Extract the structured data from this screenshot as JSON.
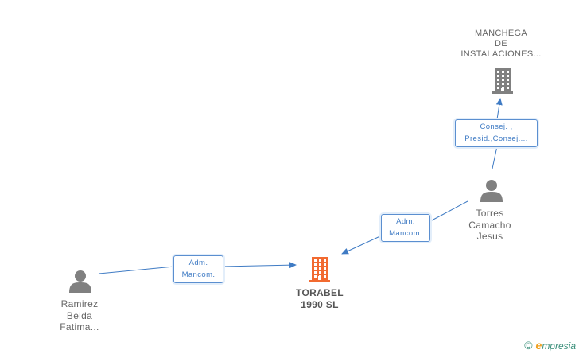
{
  "colors": {
    "person": "#808080",
    "company_main": "#f26a30",
    "company_other": "#808080",
    "edge": "#3f7bc4",
    "role_border": "#5b8fd0"
  },
  "nodes": [
    {
      "id": "manchega",
      "type": "company",
      "icon": "building-icon",
      "lines": [
        "MANCHEGA",
        "DE",
        "INSTALACIONES..."
      ]
    },
    {
      "id": "torres",
      "type": "person",
      "icon": "person-icon",
      "lines": [
        "Torres",
        "Camacho",
        "Jesus"
      ]
    },
    {
      "id": "torabel",
      "type": "company-main",
      "icon": "building-icon",
      "lines": [
        "TORABEL",
        "1990 SL"
      ]
    },
    {
      "id": "ramirez",
      "type": "person",
      "icon": "person-icon",
      "lines": [
        "Ramirez",
        "Belda",
        "Fatima..."
      ]
    }
  ],
  "edges": [
    {
      "from": "torres",
      "to": "manchega",
      "role_lines": [
        "Consej. ,",
        "Presid.,Consej...."
      ]
    },
    {
      "from": "torres",
      "to": "torabel",
      "role_lines": [
        "Adm.",
        "Mancom."
      ]
    },
    {
      "from": "ramirez",
      "to": "torabel",
      "role_lines": [
        "Adm.",
        "Mancom."
      ]
    }
  ],
  "footer": {
    "copyright": "©",
    "brand_initial": "e",
    "brand_rest": "mpresia"
  }
}
